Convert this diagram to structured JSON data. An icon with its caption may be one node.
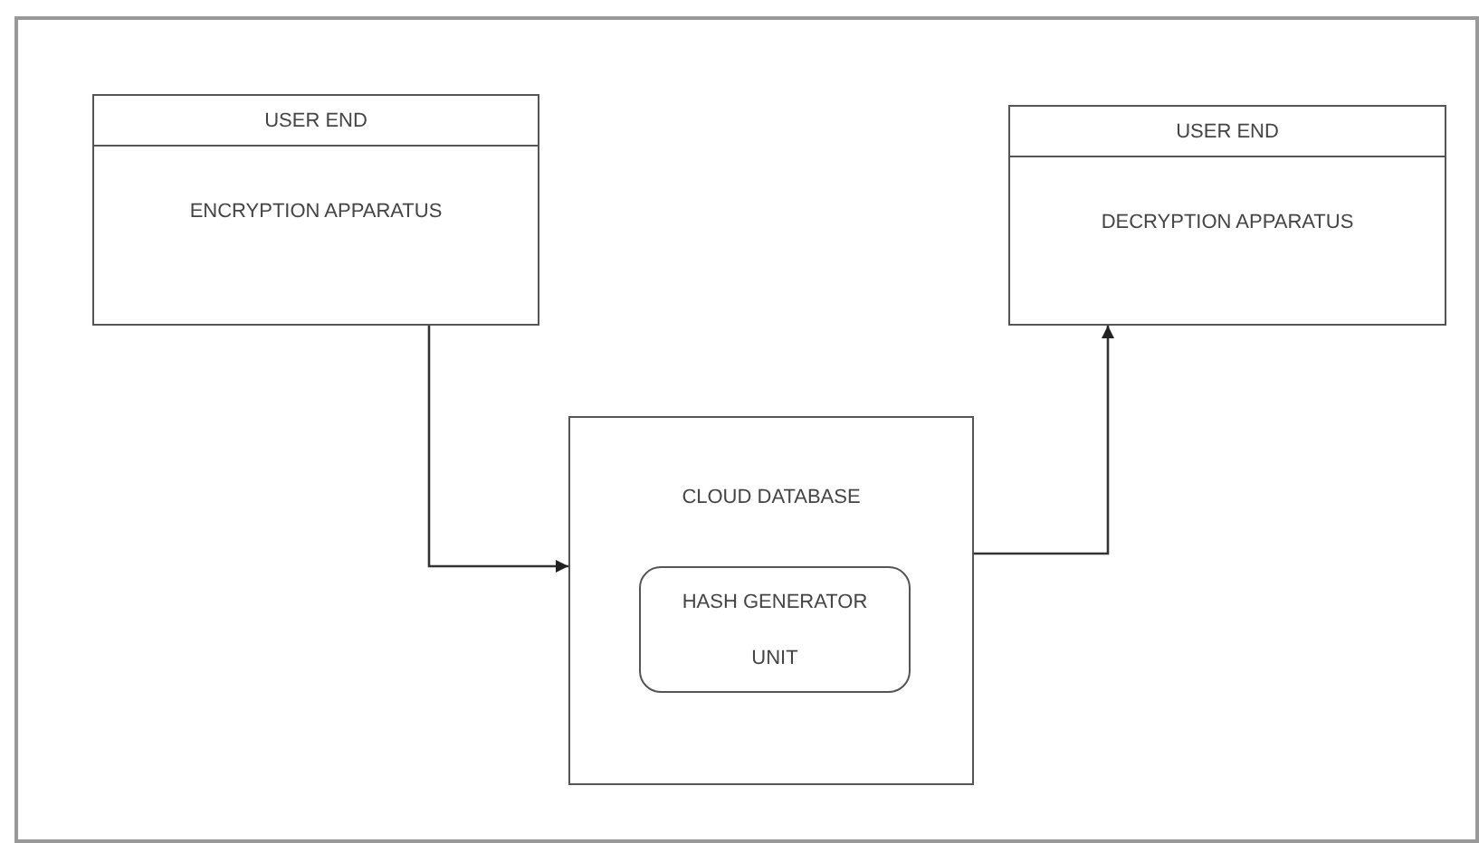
{
  "diagram": {
    "nodes": [
      {
        "text": [
          "USER END",
          "ENCRYPTION APPARATUS"
        ]
      },
      {
        "text": [
          "CLOUD DATABASE"
        ]
      },
      {
        "text": [
          "HASH GENERATOR UNIT"
        ],
        "in": 1
      },
      {
        "text": [
          "USER END",
          "DECRYPTION APPARATUS"
        ]
      }
    ],
    "edges": [
      {
        "from": 0,
        "to": 1,
        "arrow": "to"
      },
      {
        "from": 1,
        "to": 3,
        "arrow": "to"
      }
    ]
  }
}
